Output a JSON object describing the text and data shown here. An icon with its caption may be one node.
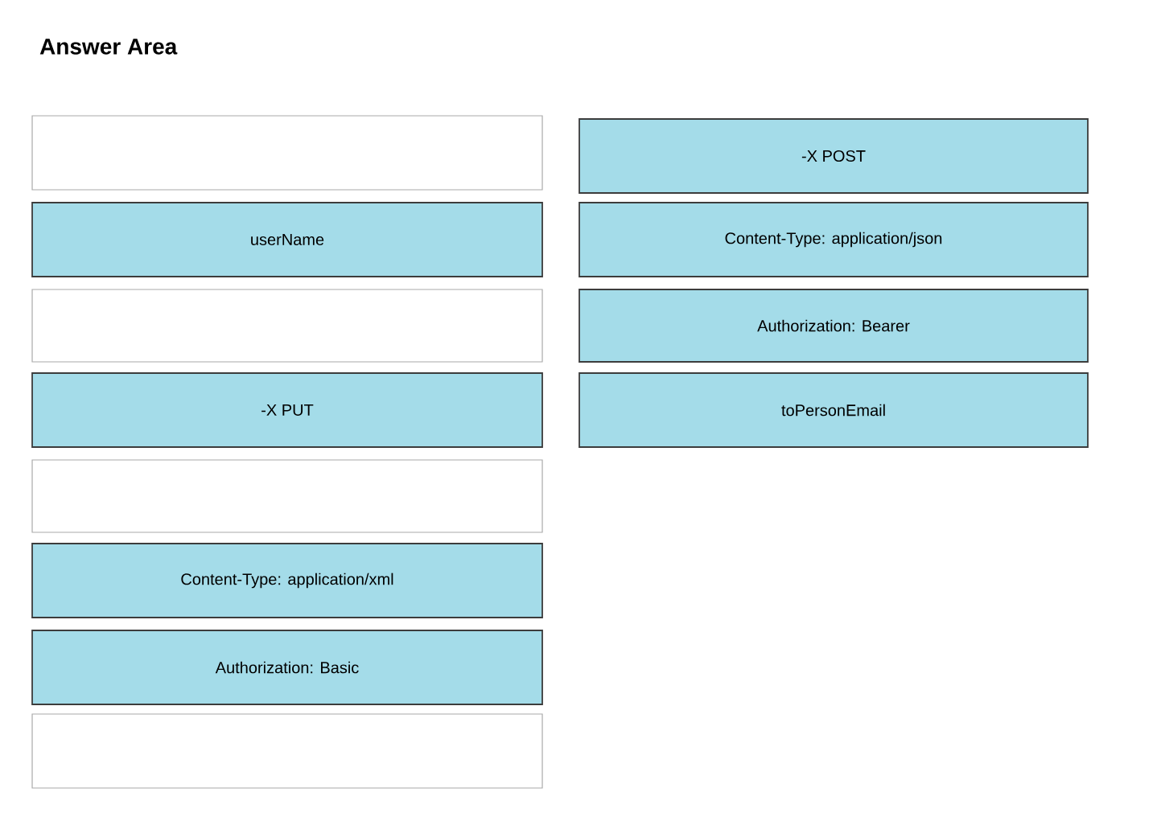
{
  "diagram": {
    "title": "Answer Area",
    "nodes": [
      {
        "text": [],
        "shape": "box"
      },
      {
        "text": [
          "userName"
        ]
      },
      {
        "text": [],
        "shape": "box"
      },
      {
        "text": [
          "-X PUT"
        ]
      },
      {
        "text": [],
        "shape": "box"
      },
      {
        "text": [
          "Content-Type: application/xml"
        ]
      },
      {
        "text": [
          "Authorization: Basic"
        ]
      },
      {
        "text": [],
        "shape": "box"
      },
      {
        "text": [
          "-X POST"
        ]
      },
      {
        "text": [
          "Content-Type: application/json"
        ]
      },
      {
        "text": [
          "Authorization: Bearer"
        ]
      },
      {
        "text": [
          "toPersonEmail"
        ]
      }
    ]
  }
}
